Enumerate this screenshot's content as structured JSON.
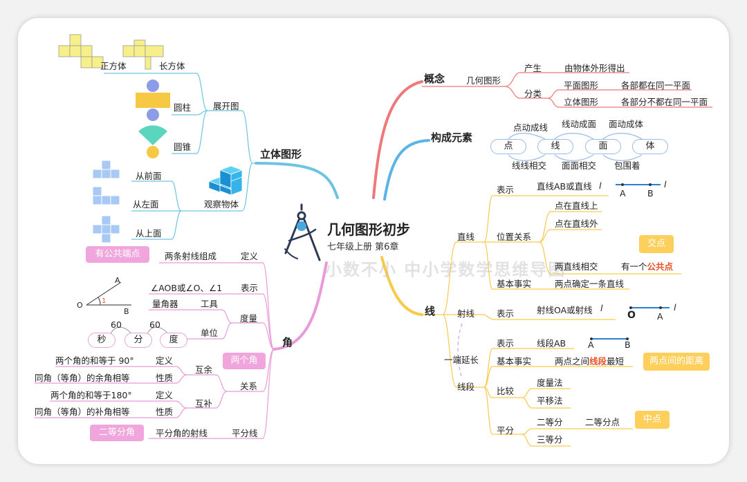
{
  "center": {
    "title": "几何图形初步",
    "subtitle": "七年级上册  第6章",
    "watermark": "小数不小 中小学数学思维导图"
  },
  "concept": {
    "title": "概念",
    "geometry": "几何图形",
    "origin": "产生",
    "origin_text": "由物体外形得出",
    "category": "分类",
    "plane": "平面图形",
    "plane_text": "各部都在同一平面",
    "solid": "立体图形",
    "solid_text": "各部分不都在同一平面"
  },
  "elements": {
    "title": "构成元素",
    "nodes": [
      "点",
      "线",
      "面",
      "体"
    ],
    "top": [
      "点动成线",
      "线动成面",
      "面动成体"
    ],
    "bottom": [
      "线线相交",
      "面面相交",
      "包围着"
    ]
  },
  "line": {
    "title": "线",
    "straight": "直线",
    "represent": "表示",
    "straight_repr": "直线AB或直线",
    "italic_l": "l",
    "label_a": "A",
    "label_b": "B",
    "label_o": "O",
    "position": "位置关系",
    "on": "点在直线上",
    "off": "点在直线外",
    "intersect": "两直线相交",
    "have_one": "有一个",
    "common_point": "公共点",
    "intersection_callout": "交点",
    "basic_fact": "基本事实",
    "straight_fact": "两点确定一条直线",
    "ray": "射线",
    "ray_repr": "射线OA或射线",
    "extend": "一端延长",
    "segment": "线段",
    "seg_repr": "线段AB",
    "seg_fact_pre": "两点之间",
    "seg_fact_red": "线段",
    "seg_fact_post": "最短",
    "distance_callout": "两点间的距离",
    "compare": "比较",
    "measure": "度量法",
    "translate": "平移法",
    "bisect": "平分",
    "two_eq": "二等分",
    "two_eq_point": "二等分点",
    "three_eq": "三等分",
    "midpoint_callout": "中点"
  },
  "solid": {
    "title": "立体图形",
    "unfold": "展开图",
    "cube": "正方体",
    "cuboid": "长方体",
    "cylinder": "圆柱",
    "cone": "圆锥",
    "observe": "观察物体",
    "front": "从前面",
    "left": "从左面",
    "top": "从上面"
  },
  "angle": {
    "title": "角",
    "definition": "定义",
    "def_text": "两条射线组成",
    "vertex_callout": "有公共端点",
    "represent": "表示",
    "repr_text": "∠AOB或∠O、∠1",
    "measure": "度量",
    "tool": "工具",
    "protractor": "量角器",
    "unit": "单位",
    "units": [
      "秒",
      "分",
      "度"
    ],
    "sixty": "60",
    "relation": "关系",
    "two_angles_callout": "两个角",
    "complement": "互余",
    "supplement": "互补",
    "def": "定义",
    "prop": "性质",
    "comp_def": "两个角的和等于 90°",
    "comp_prop": "同角（等角）的余角相等",
    "supp_def": "两个角的和等于180°",
    "supp_prop": "同角（等角）的补角相等",
    "bisector": "平分线",
    "bisector_text": "平分角的射线",
    "bisect_callout": "二等分角",
    "fig_a": "A",
    "fig_o": "O",
    "fig_b": "B",
    "fig_1": "1"
  },
  "colors": {
    "concept": "#ef7878",
    "elements": "#5ab4e8",
    "line": "#f9c94a",
    "solid": "#6cc4e0",
    "angle": "#e99ad8"
  }
}
